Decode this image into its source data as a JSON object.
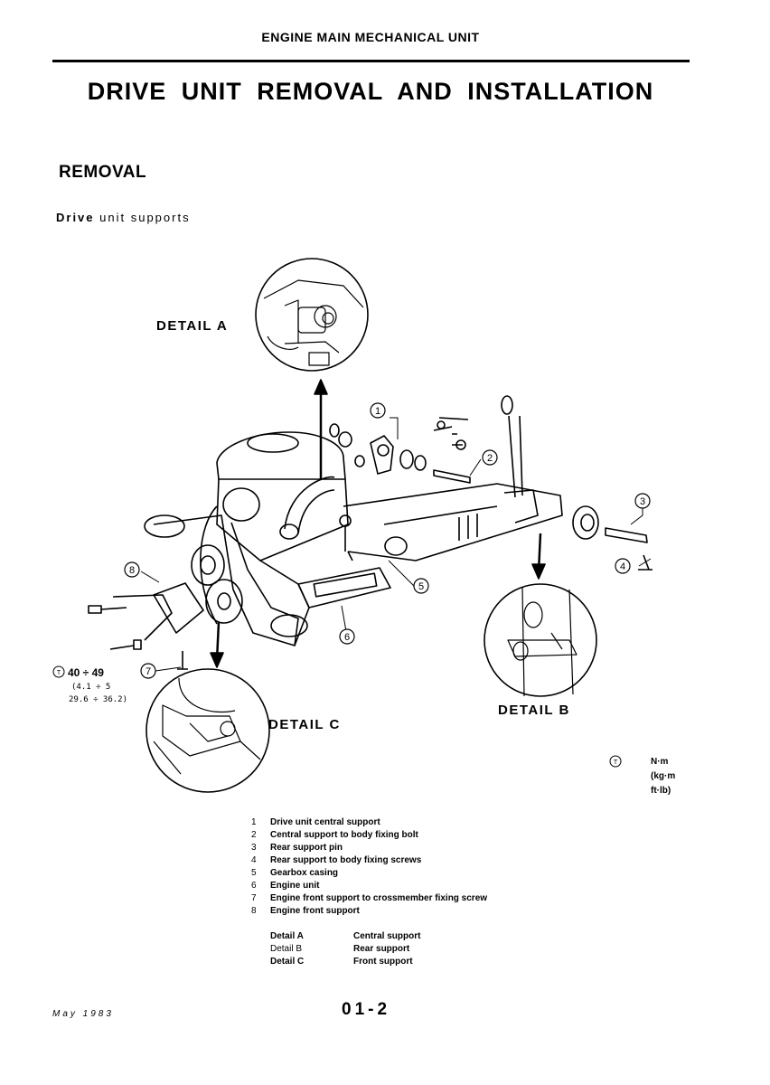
{
  "header": "ENGINE MAIN MECHANICAL UNIT",
  "title": "DRIVE UNIT REMOVAL AND INSTALLATION",
  "section": "REMOVAL",
  "subsection": {
    "bold": "Drive",
    "rest": " unit supports"
  },
  "detail_labels": {
    "a": "DETAIL A",
    "b": "DETAIL B",
    "c": "DETAIL C"
  },
  "callouts": [
    "1",
    "2",
    "3",
    "4",
    "5",
    "6",
    "7",
    "8"
  ],
  "torque": {
    "value": "40 ÷ 49",
    "kgm": "(4.1 ÷ 5",
    "ftlb": "29.6 ÷ 36.2)"
  },
  "units_legend": {
    "nm": "N·m",
    "kgm": "(kg·m",
    "ftlb": "ft·lb)"
  },
  "parts": [
    {
      "num": "1",
      "desc": "Drive unit central support"
    },
    {
      "num": "2",
      "desc": "Central support to body fixing bolt"
    },
    {
      "num": "3",
      "desc": "Rear support pin"
    },
    {
      "num": "4",
      "desc": "Rear support to body fixing screws"
    },
    {
      "num": "5",
      "desc": "Gearbox casing"
    },
    {
      "num": "6",
      "desc": "Engine unit"
    },
    {
      "num": "7",
      "desc": "Engine front support to crossmember fixing screw"
    },
    {
      "num": "8",
      "desc": "Engine front support"
    }
  ],
  "details": [
    {
      "label": "Detail A",
      "desc": "Central support"
    },
    {
      "label": "Detail B",
      "desc": "Rear support"
    },
    {
      "label": "Detail C",
      "desc": "Front support"
    }
  ],
  "footer": {
    "date": "May 1983",
    "page": "01-2"
  }
}
